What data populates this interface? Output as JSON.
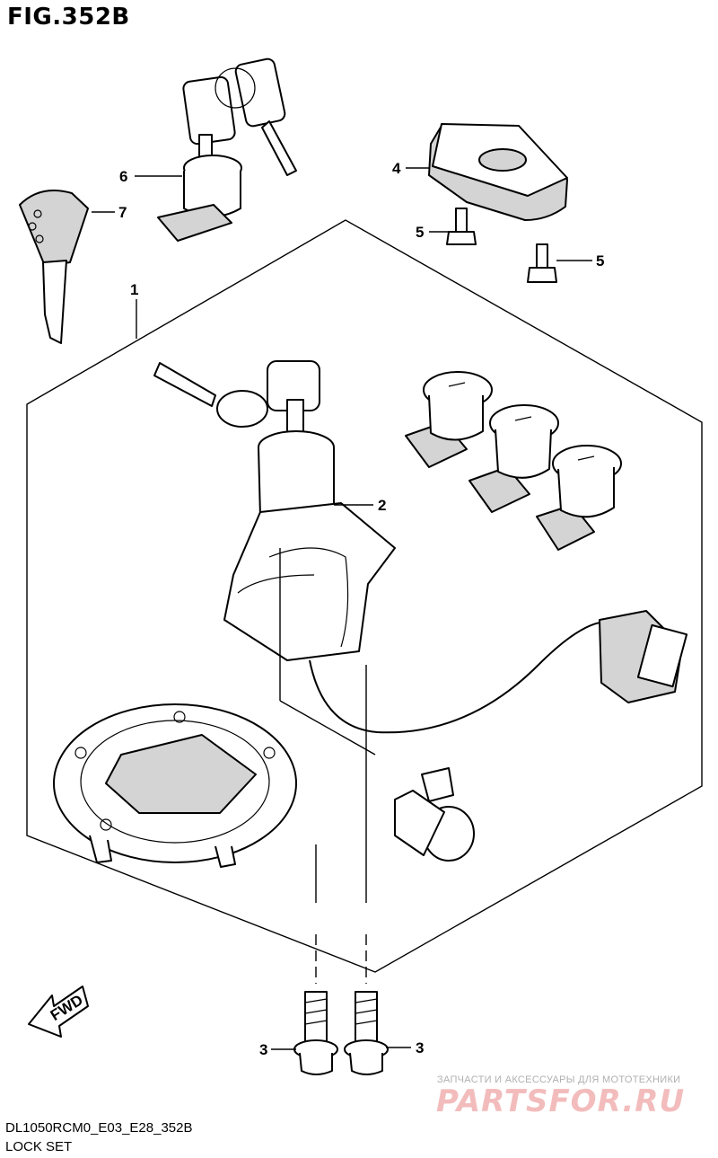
{
  "figure": {
    "title": "FIG.352B"
  },
  "callouts": {
    "c1": "1",
    "c2": "2",
    "c3a": "3",
    "c3b": "3",
    "c4": "4",
    "c5a": "5",
    "c5b": "5",
    "c6": "6",
    "c7": "7"
  },
  "fwd_label": "FWD",
  "watermark": {
    "tagline": "ЗАПЧАСТИ И АКСЕССУАРЫ ДЛЯ МОТОТЕХНИКИ",
    "logo": "PARTSFOR.RU"
  },
  "footer": {
    "model_code": "DL1050RCM0_E03_E28_352B",
    "group_name": "LOCK SET"
  }
}
